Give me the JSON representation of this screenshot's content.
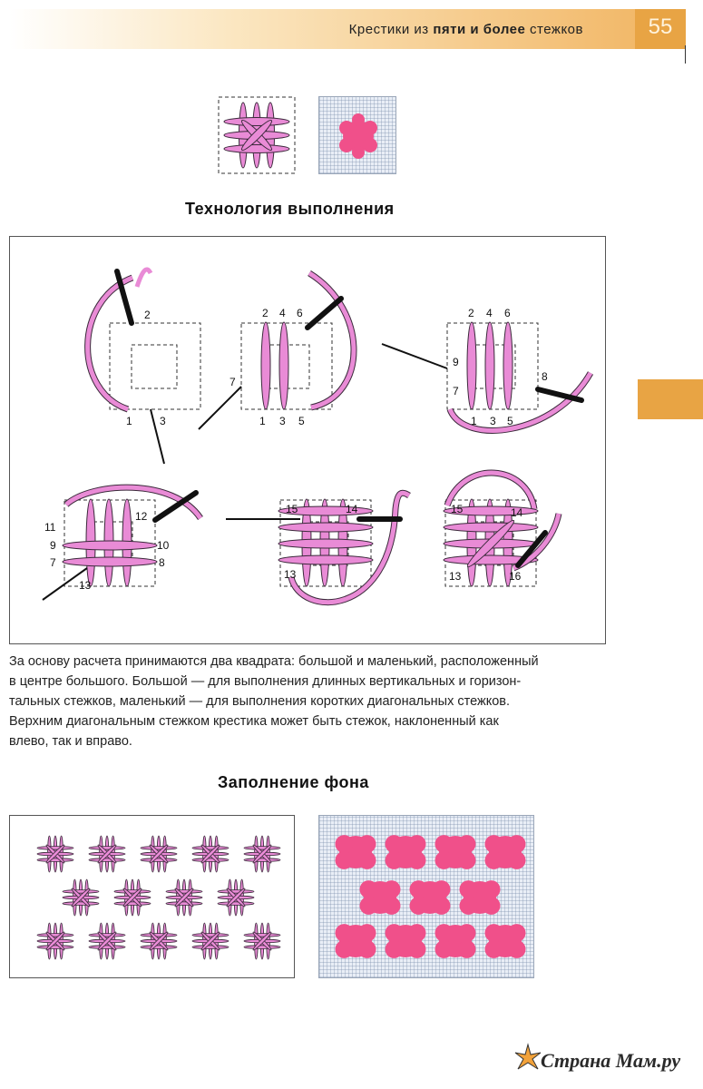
{
  "header": {
    "title_pre": "Крестики из ",
    "title_bold": "пяти и более",
    "title_post": " стежков",
    "page_number": "55",
    "accent_color": "#e8a444"
  },
  "sections": {
    "technology_title": "Технология выполнения",
    "fill_title": "Заполнение фона"
  },
  "diagram_steps": [
    {
      "labels": [
        "2",
        "1",
        "3"
      ]
    },
    {
      "labels": [
        "2",
        "4",
        "6",
        "7",
        "1",
        "3",
        "5"
      ]
    },
    {
      "labels": [
        "2",
        "4",
        "6",
        "9",
        "7",
        "8",
        "1",
        "3",
        "5"
      ]
    },
    {
      "labels": [
        "11",
        "9",
        "7",
        "12",
        "10",
        "8",
        "13"
      ]
    },
    {
      "labels": [
        "15",
        "14",
        "13"
      ]
    },
    {
      "labels": [
        "15",
        "14",
        "13",
        "16"
      ]
    }
  ],
  "body_text": {
    "line1": "За основу расчета принимаются два квадрата: большой и маленький, расположенный",
    "line2": "в центре большого. Большой — для выполнения длинных вертикальных и горизон-",
    "line3": "тальных стежков, маленький — для выполнения коротких диагональных стежков.",
    "line4": "Верхним диагональным стежком крестика может быть стежок, наклоненный как",
    "line5": "влево, так и вправо."
  },
  "watermark": {
    "text": "Страна Мам.ру"
  },
  "colors": {
    "thread": "#e98bd6",
    "thread_outline": "#3b2a3b",
    "photo_stitch": "#f0508a"
  }
}
